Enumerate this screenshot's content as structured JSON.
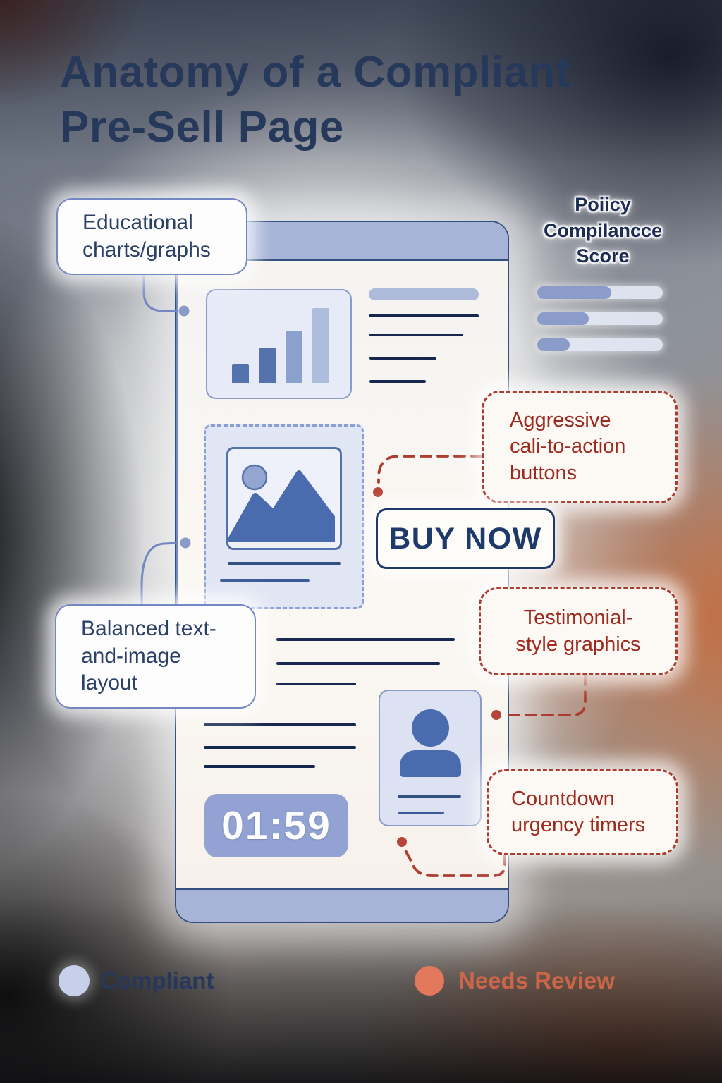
{
  "title": "Anatomy of a Compliant\nPre-Sell Page",
  "callouts": {
    "educational": {
      "label": "Educational\ncharts/graphs",
      "type": "compliant"
    },
    "balanced": {
      "label": "Balanced text-\nand-image\nlayout",
      "type": "compliant"
    },
    "aggressive": {
      "label": "Aggressive\ncali-to-action\nbuttons",
      "type": "needs-review"
    },
    "testimonial": {
      "label": "Testimonial-\nstyle graphics",
      "type": "needs-review"
    },
    "countdown": {
      "label": "Countdown\nurgency timers",
      "type": "needs-review"
    }
  },
  "score_panel": {
    "title": "Poiicy\nCompilancce\nScore",
    "bars": [
      {
        "name": "score-bar-1",
        "percent": 59
      },
      {
        "name": "score-bar-2",
        "percent": 41
      },
      {
        "name": "score-bar-3",
        "percent": 26
      }
    ]
  },
  "phone": {
    "buy_now_label": "BUY NOW",
    "timer_value": "01:59"
  },
  "legend": {
    "compliant": {
      "label": "Compliant",
      "color": "#c7d0e9"
    },
    "needs_review": {
      "label": "Needs Review",
      "color": "#e2795c"
    }
  },
  "colors": {
    "compliant_accent": "#7287c4",
    "needs_review_accent": "#ad3c30",
    "navy_text": "#24385f"
  }
}
